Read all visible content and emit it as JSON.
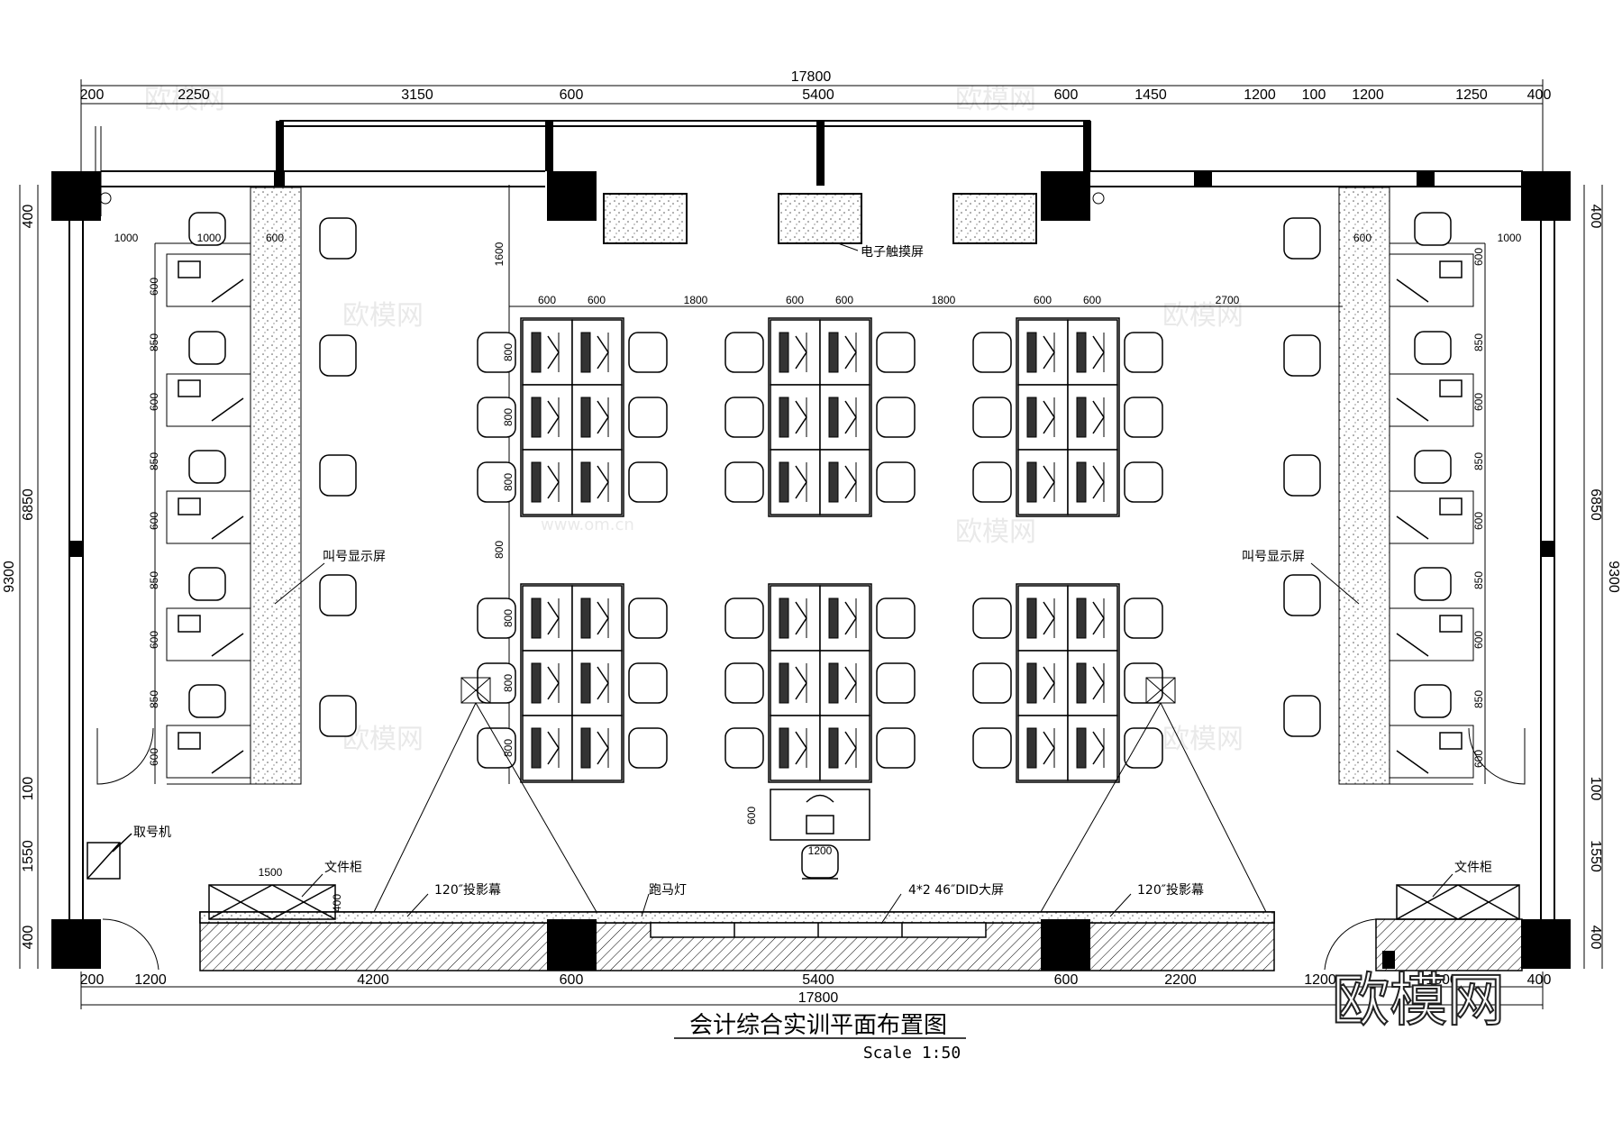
{
  "dimensions": {
    "total_width": "17800",
    "top_segments": [
      "200",
      "2250",
      "3150",
      "600",
      "5400",
      "600",
      "1450",
      "1200",
      "100",
      "1200",
      "1250",
      "400"
    ],
    "bottom_segments": [
      "200",
      "1200",
      "4200",
      "600",
      "5400",
      "600",
      "2200",
      "1200",
      "1800",
      "400"
    ],
    "side_heights": [
      "400",
      "6850",
      "100",
      "1550",
      "400"
    ],
    "total_height": "9300",
    "desk_gap_1600": "1600",
    "desk_gap_800": "800",
    "desk_heights_800": "800",
    "counter_600": "600",
    "counter_850": "850",
    "counter_1000": "1000",
    "desk_600": "600",
    "aisle_1800": "1800",
    "right_2700": "2700",
    "cabinet_1500": "1500",
    "cabinet_400": "400",
    "teacher_1200": "1200",
    "teacher_600": "600"
  },
  "labels": {
    "touch_screen": "电子触摸屏",
    "call_display_left": "叫号显示屏",
    "call_display_right": "叫号显示屏",
    "ticket_machine": "取号机",
    "file_cabinet_left": "文件柜",
    "file_cabinet_right": "文件柜",
    "projection_left": "120″投影幕",
    "projection_right": "120″投影幕",
    "marquee_light": "跑马灯",
    "big_screen": "4*2 46″DID大屏"
  },
  "title": "会计综合实训平面布置图",
  "scale": "Scale 1:50",
  "watermark": {
    "brand": "欧模网",
    "url": "www.om.cn"
  }
}
